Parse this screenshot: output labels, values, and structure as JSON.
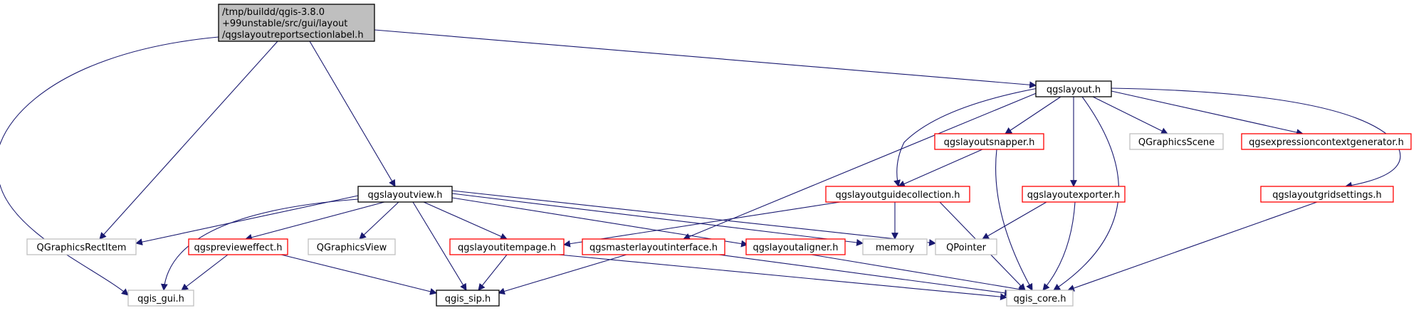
{
  "graph": {
    "colors": {
      "edge": "#191970",
      "black_border": "#000000",
      "red_border": "#ff0000",
      "gray_border": "#bfbfbf",
      "root_fill": "#bfbfbf",
      "node_fill": "#ffffff",
      "text": "#000000"
    },
    "nodes": [
      {
        "id": "root",
        "style": "root",
        "lines": [
          "/tmp/buildd/qgis-3.8.0",
          "+99unstable/src/gui/layout",
          "/qgslayoutreportsectionlabel.h"
        ]
      },
      {
        "id": "qgslayout",
        "style": "black",
        "lines": [
          "qgslayout.h"
        ]
      },
      {
        "id": "qgslayoutview",
        "style": "black",
        "lines": [
          "qgslayoutview.h"
        ]
      },
      {
        "id": "qgslayoutsnapper",
        "style": "red",
        "lines": [
          "qgslayoutsnapper.h"
        ]
      },
      {
        "id": "qgraphicsscene",
        "style": "gray",
        "lines": [
          "QGraphicsScene"
        ]
      },
      {
        "id": "qgsexpressioncontextgenerator",
        "style": "red",
        "lines": [
          "qgsexpressioncontextgenerator.h"
        ]
      },
      {
        "id": "qgslayoutguidecollection",
        "style": "red",
        "lines": [
          "qgslayoutguidecollection.h"
        ]
      },
      {
        "id": "qgslayoutexporter",
        "style": "red",
        "lines": [
          "qgslayoutexporter.h"
        ]
      },
      {
        "id": "qgslayoutgridsettings",
        "style": "red",
        "lines": [
          "qgslayoutgridsettings.h"
        ]
      },
      {
        "id": "qgraphicsrectitem",
        "style": "gray",
        "lines": [
          "QGraphicsRectItem"
        ]
      },
      {
        "id": "qgspreviceweffect",
        "style": "red",
        "lines": [
          "qgspreviewеffect.h"
        ]
      },
      {
        "id": "qgraphicsview",
        "style": "gray",
        "lines": [
          "QGraphicsView"
        ]
      },
      {
        "id": "qgslayoutitempage",
        "style": "red",
        "lines": [
          "qgslayoutitempage.h"
        ]
      },
      {
        "id": "qgsmasterlayoutinterface",
        "style": "red",
        "lines": [
          "qgsmasterlayoutinterface.h"
        ]
      },
      {
        "id": "qgslayoutaligner",
        "style": "red",
        "lines": [
          "qgslayoutaligner.h"
        ]
      },
      {
        "id": "memory",
        "style": "gray",
        "lines": [
          "memory"
        ]
      },
      {
        "id": "qpointer",
        "style": "gray",
        "lines": [
          "QPointer"
        ]
      },
      {
        "id": "qgis_gui",
        "style": "gray",
        "lines": [
          "qgis_gui.h"
        ]
      },
      {
        "id": "qgis_sip",
        "style": "black",
        "lines": [
          "qgis_sip.h"
        ]
      },
      {
        "id": "qgis_core",
        "style": "gray",
        "lines": [
          "qgis_core.h"
        ]
      }
    ],
    "edges": [
      {
        "from": "root",
        "to": "qgis_gui"
      },
      {
        "from": "root",
        "to": "qgraphicsrectitem"
      },
      {
        "from": "root",
        "to": "qgslayoutview"
      },
      {
        "from": "root",
        "to": "qgslayout"
      },
      {
        "from": "qgslayout",
        "to": "qgsmasterlayoutinterface"
      },
      {
        "from": "qgslayout",
        "to": "qgslayoutguidecollection"
      },
      {
        "from": "qgslayout",
        "to": "qgslayoutsnapper"
      },
      {
        "from": "qgslayout",
        "to": "qgslayoutexporter"
      },
      {
        "from": "qgslayout",
        "to": "qgis_core"
      },
      {
        "from": "qgslayout",
        "to": "qgraphicsscene"
      },
      {
        "from": "qgslayout",
        "to": "qgsexpressioncontextgenerator"
      },
      {
        "from": "qgslayout",
        "to": "qgslayoutgridsettings"
      },
      {
        "from": "qgslayoutsnapper",
        "to": "qgslayoutguidecollection"
      },
      {
        "from": "qgslayoutsnapper",
        "to": "qgis_core"
      },
      {
        "from": "qgslayoutguidecollection",
        "to": "qgslayoutitempage"
      },
      {
        "from": "qgslayoutguidecollection",
        "to": "memory"
      },
      {
        "from": "qgslayoutguidecollection",
        "to": "qgis_core"
      },
      {
        "from": "qgslayoutexporter",
        "to": "qpointer"
      },
      {
        "from": "qgslayoutexporter",
        "to": "qgis_core"
      },
      {
        "from": "qgslayoutgridsettings",
        "to": "qgis_core"
      },
      {
        "from": "qgslayoutview",
        "to": "qgraphicsrectitem"
      },
      {
        "from": "qgslayoutview",
        "to": "qgis_gui"
      },
      {
        "from": "qgslayoutview",
        "to": "qgspreviceweffect"
      },
      {
        "from": "qgslayoutview",
        "to": "qgraphicsview"
      },
      {
        "from": "qgslayoutview",
        "to": "qgis_sip"
      },
      {
        "from": "qgslayoutview",
        "to": "qgslayoutitempage"
      },
      {
        "from": "qgslayoutview",
        "to": "qgslayoutaligner"
      },
      {
        "from": "qgslayoutview",
        "to": "memory"
      },
      {
        "from": "qgslayoutview",
        "to": "qpointer"
      },
      {
        "from": "qgspreviceweffect",
        "to": "qgis_gui"
      },
      {
        "from": "qgspreviceweffect",
        "to": "qgis_sip"
      },
      {
        "from": "qgslayoutitempage",
        "to": "qgis_sip"
      },
      {
        "from": "qgslayoutitempage",
        "to": "qgis_core"
      },
      {
        "from": "qgsmasterlayoutinterface",
        "to": "qgis_sip"
      },
      {
        "from": "qgsmasterlayoutinterface",
        "to": "qgis_core"
      },
      {
        "from": "qgslayoutaligner",
        "to": "qgis_core"
      }
    ]
  }
}
